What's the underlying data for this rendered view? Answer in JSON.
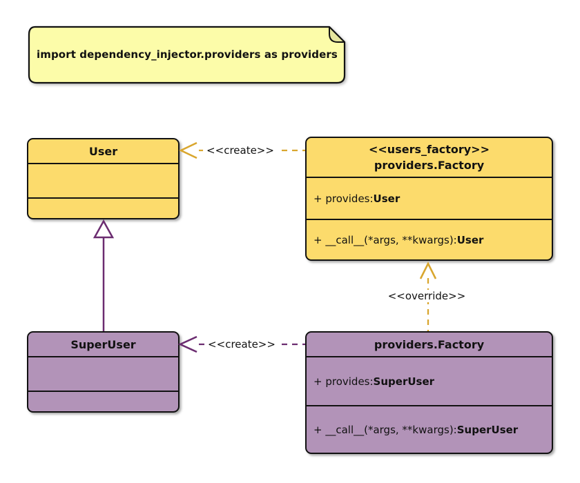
{
  "diagram_type": "uml-class-diagram",
  "colors": {
    "class_yellow_fill": "#FCDB6C",
    "class_purple_fill": "#B293B8",
    "note_fill": "#FCFCA9",
    "note_fold_fill": "#E6E69E",
    "gold_edge": "#D9A62E",
    "purple_edge": "#6B2C70",
    "border": "#111111"
  },
  "note": {
    "text": "import dependency_injector.providers as providers"
  },
  "classes": {
    "user": {
      "name": "User"
    },
    "users_factory": {
      "stereotype": "<<users_factory>>",
      "name": "providers.Factory",
      "attributes": [
        {
          "prefix": "+ provides: ",
          "type": "User"
        }
      ],
      "methods": [
        {
          "prefix": "+ __call__(*args, **kwargs): ",
          "type": "User"
        }
      ]
    },
    "superuser": {
      "name": "SuperUser"
    },
    "superuser_factory": {
      "name": "providers.Factory",
      "attributes": [
        {
          "prefix": "+ provides: ",
          "type": "SuperUser"
        }
      ],
      "methods": [
        {
          "prefix": "+ __call__(*args, **kwargs): ",
          "type": "SuperUser"
        }
      ]
    }
  },
  "edges": {
    "create_user": {
      "label": "<<create>>",
      "style": "dashed",
      "color": "#D9A62E"
    },
    "create_superuser": {
      "label": "<<create>>",
      "style": "dashed",
      "color": "#6B2C70"
    },
    "override": {
      "label": "<<override>>",
      "style": "dashed",
      "color": "#D9A62E"
    },
    "inheritance": {
      "label": "",
      "style": "solid",
      "color": "#6B2C70"
    }
  }
}
